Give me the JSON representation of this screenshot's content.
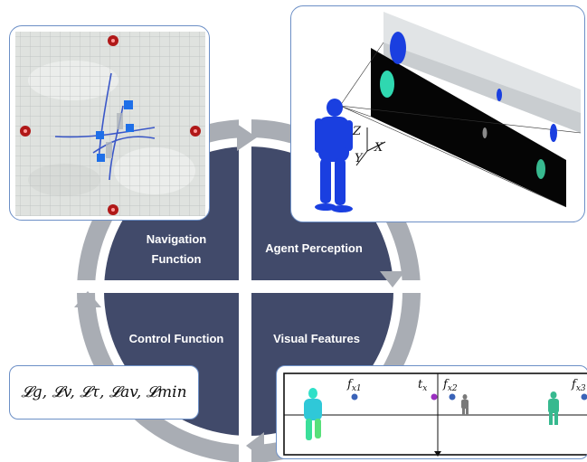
{
  "quadrants": {
    "navigation": [
      "Navigation",
      "Function"
    ],
    "perception": "Agent Perception",
    "control": "Control Function",
    "visual": "Visual Features"
  },
  "loss_terms": "𝓛g, 𝓛v, 𝓛τ, 𝓛av, 𝓛min",
  "axes": {
    "z": "Z",
    "x": "X",
    "y": "Y"
  },
  "features": {
    "fx1": "f",
    "fx1_sub": "x1",
    "tx": "t",
    "tx_sub": "x",
    "fx2": "f",
    "fx2_sub": "x2",
    "fx3": "f",
    "fx3_sub": "x3"
  },
  "colors": {
    "wheel": "#414a6a",
    "ring": "#a9adb4",
    "panel_border": "#6c8fc6",
    "agent_blue": "#1a3fe0",
    "goal_red": "#b01818",
    "feature_dot": "#3a63b8",
    "target_dot": "#9a2fc0"
  }
}
